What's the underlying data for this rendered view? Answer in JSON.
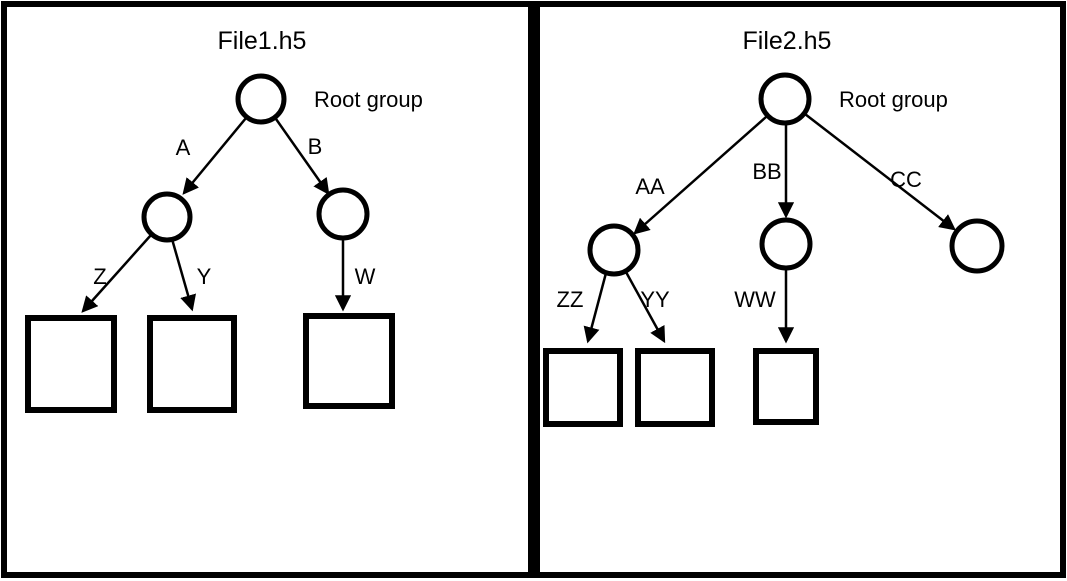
{
  "colors": {
    "line": "#000000",
    "background": "#ffffff"
  },
  "left_panel": {
    "title": "File1.h5",
    "root_label": "Root group",
    "links": {
      "a": "A",
      "b": "B",
      "z": "Z",
      "y": "Y",
      "w": "W"
    }
  },
  "right_panel": {
    "title": "File2.h5",
    "root_label": "Root group",
    "links": {
      "aa": "AA",
      "bb": "BB",
      "cc": "CC",
      "zz": "ZZ",
      "yy": "YY",
      "ww": "WW"
    }
  }
}
